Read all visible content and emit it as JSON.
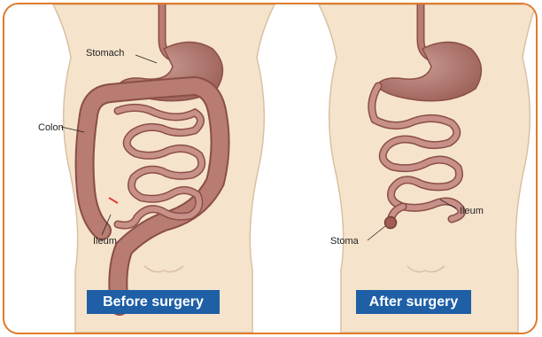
{
  "colors": {
    "border": "#e07b2a",
    "skin": "#f6e3cc",
    "skin_outline": "#d9c0a3",
    "organ": "#b87c73",
    "organ_dark": "#8a4f47",
    "caption_bg": "#1e5fa6"
  },
  "before": {
    "labels": {
      "stomach": "Stomach",
      "colon": "Colon",
      "ileum": "Ileum"
    },
    "caption": "Before surgery"
  },
  "after": {
    "labels": {
      "ileum": "Ileum",
      "stoma": "Stoma"
    },
    "caption": "After surgery"
  }
}
